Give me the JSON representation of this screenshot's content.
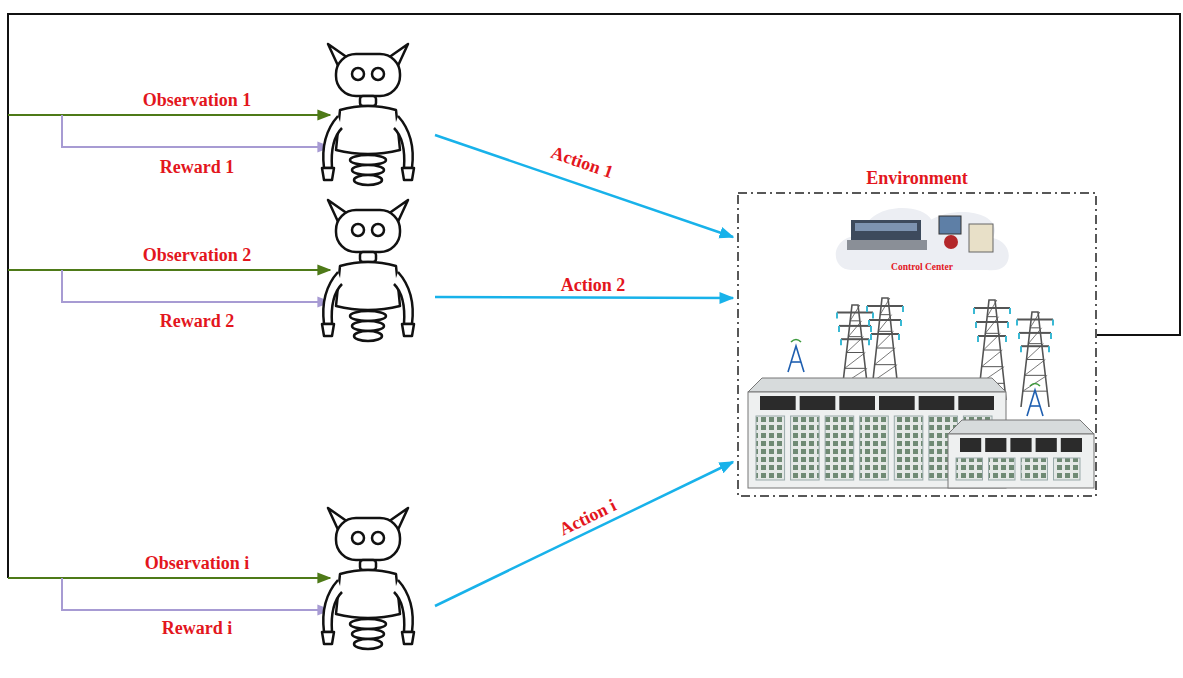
{
  "diagram": {
    "nodes": [
      {
        "text": [
          "Environment"
        ]
      },
      {
        "text": [
          "Control Center"
        ],
        "in": 0
      }
    ],
    "labels": [
      "Observation 1",
      "Reward 1",
      "Observation 2",
      "Reward 2",
      "Observation i",
      "Reward i",
      "Action 1",
      "Action 2",
      "Action i"
    ]
  }
}
